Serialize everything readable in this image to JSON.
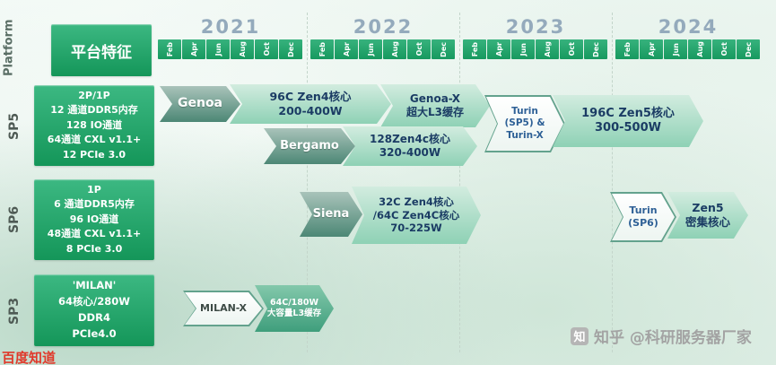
{
  "colors": {
    "header_green": "#1f9f63",
    "arrow_light_teal": "#a9dcc6",
    "arrow_dark_teal": "#4c8775",
    "arrow_text_blue": "#1b3c64",
    "year_text": "#94aabc",
    "watermark_gray": "#a3a3a3",
    "watermark_red": "#e0392b"
  },
  "sidebar": {
    "platform_label": "Platform",
    "feature_box": "平台特征"
  },
  "timeline": {
    "years": [
      "2021",
      "2022",
      "2023",
      "2024"
    ],
    "months": [
      "Feb",
      "Apr",
      "Jun",
      "Aug",
      "Oct",
      "Dec"
    ]
  },
  "platforms": [
    {
      "label": "SP5",
      "specs": [
        "2P/1P",
        "12 通道DDR5内存",
        "128 IO通道",
        "64通道 CXL v1.1+",
        "12 PCIe 3.0"
      ]
    },
    {
      "label": "SP6",
      "specs": [
        "1P",
        "6 通道DDR5内存",
        "96 IO通道",
        "48通道 CXL v1.1+",
        "8 PCIe 3.0"
      ]
    },
    {
      "label": "SP3",
      "specs": [
        "'MILAN'",
        "64核心/280W",
        "DDR4",
        "PCIe4.0"
      ]
    }
  ],
  "arrows": [
    {
      "id": "genoa",
      "lines": [
        "Genoa"
      ]
    },
    {
      "id": "genoa-specs",
      "lines": [
        "96C Zen4核心",
        "200-400W"
      ]
    },
    {
      "id": "genoa-x",
      "lines": [
        "Genoa-X",
        "超大L3缓存"
      ]
    },
    {
      "id": "turin-sp5",
      "lines": [
        "Turin",
        "(SP5) &",
        "Turin-X"
      ]
    },
    {
      "id": "turin-sp5-specs",
      "lines": [
        "196C Zen5核心",
        "300-500W"
      ]
    },
    {
      "id": "bergamo",
      "lines": [
        "Bergamo"
      ]
    },
    {
      "id": "bergamo-specs",
      "lines": [
        "128Zen4c核心",
        "320-400W"
      ]
    },
    {
      "id": "siena",
      "lines": [
        "Siena"
      ]
    },
    {
      "id": "siena-specs",
      "lines": [
        "32C Zen4核心",
        "/64C Zen4C核心",
        "70-225W"
      ]
    },
    {
      "id": "turin-sp6",
      "lines": [
        "Turin",
        "(SP6)"
      ]
    },
    {
      "id": "turin-sp6-specs",
      "lines": [
        "Zen5",
        "密集核心"
      ]
    },
    {
      "id": "milan-x",
      "lines": [
        "MILAN-X"
      ]
    },
    {
      "id": "milan-x-specs",
      "lines": [
        "64C/180W",
        "大容量L3缓存"
      ]
    }
  ],
  "watermarks": {
    "zhihu_logo": "知",
    "zhihu": "知乎 @科研服务器厂家",
    "baidu": "百度知道"
  }
}
